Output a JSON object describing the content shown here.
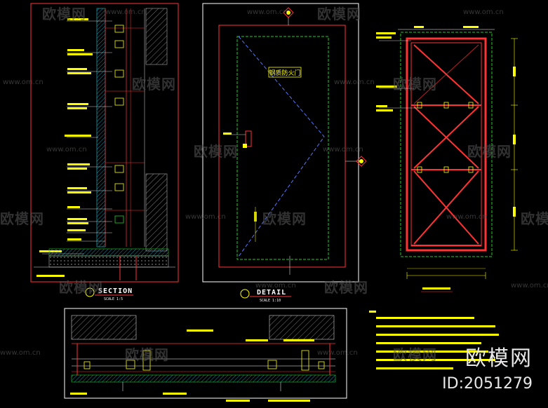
{
  "watermark": {
    "cn": "欧模网",
    "url": "www.om.cn"
  },
  "brand": {
    "name": "欧模网",
    "id": "ID:2051279"
  },
  "section": {
    "title": "SECTION",
    "scale": "SCALE 1:5"
  },
  "detail": {
    "title": "DETAIL",
    "scale": "SCALE 1:10"
  },
  "door_front": {
    "label": "钢质防火门"
  },
  "colors": {
    "frame": "#ff3333",
    "dim": "#ffff00",
    "green": "#22cc22",
    "blue": "#5577ff",
    "hatch": "#9a9a9a",
    "cyan": "#22ccdd"
  }
}
